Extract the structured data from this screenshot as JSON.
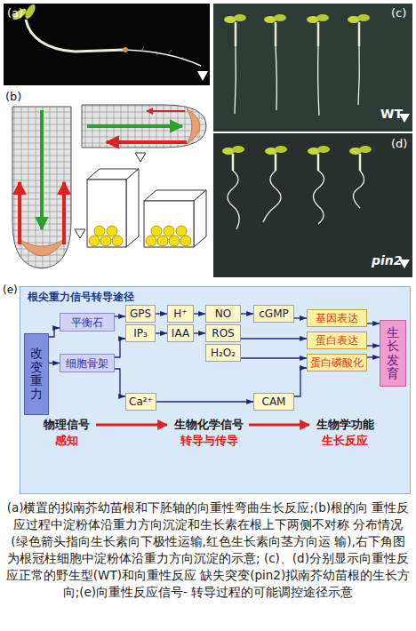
{
  "diagram": {
    "caption": "(a)横置的拟南芥幼苗根和下胚轴的向重性弯曲生长反应;(b)根的向 重性反应过程中淀粉体沿重力方向沉淀和生长素在根上下两侧不对称 分布情况(绿色箭头指向生长素向下极性运输,红色生长素向茎方向运 输),右下角图为根冠柱细胞中淀粉体沿重力方向沉淀的示意; (c)、(d)分别显示向重性反应正常的野生型(WT)和向重性反应 缺失突变(pin2)拟南芥幼苗根的生长方向;(e)向重性反应信号- 转导过程的可能调控途径示意",
    "nodes": [
      {
        "text": [
          "根尖重力信号转导途径"
        ]
      },
      {
        "text": [
          "改变重力"
        ],
        "in": 0
      },
      {
        "text": [
          "平衡石"
        ],
        "in": 0
      },
      {
        "text": [
          "细胞骨架"
        ],
        "in": 0
      },
      {
        "text": [
          "GPS"
        ],
        "in": 0
      },
      {
        "text": [
          "IP₃"
        ],
        "in": 0
      },
      {
        "text": [
          "H⁺"
        ],
        "in": 0
      },
      {
        "text": [
          "IAA"
        ],
        "in": 0
      },
      {
        "text": [
          "NO"
        ],
        "in": 0
      },
      {
        "text": [
          "ROS"
        ],
        "in": 0
      },
      {
        "text": [
          "H₂O₂"
        ],
        "in": 0
      },
      {
        "text": [
          "cGMP"
        ],
        "in": 0
      },
      {
        "text": [
          "Ca²⁺"
        ],
        "in": 0
      },
      {
        "text": [
          "CAM"
        ],
        "in": 0
      },
      {
        "text": [
          "基因表达"
        ],
        "in": 0
      },
      {
        "text": [
          "蛋白表达"
        ],
        "in": 0
      },
      {
        "text": [
          "蛋白磷酸化"
        ],
        "in": 0
      },
      {
        "text": [
          "生长发育"
        ],
        "in": 0
      }
    ],
    "edges": [
      {
        "from": 1,
        "to": 2,
        "arrow": "to"
      },
      {
        "from": 1,
        "to": 3,
        "arrow": "to"
      },
      {
        "from": 2,
        "to": 4,
        "arrow": "to"
      },
      {
        "from": 3,
        "to": 5,
        "arrow": "to"
      },
      {
        "from": 3,
        "to": 12,
        "arrow": "to"
      },
      {
        "from": 4,
        "to": 6,
        "arrow": "to"
      },
      {
        "from": 5,
        "to": 7,
        "arrow": "to"
      },
      {
        "from": 6,
        "to": 8,
        "arrow": "to"
      },
      {
        "from": 7,
        "to": 9,
        "arrow": "to"
      },
      {
        "from": 8,
        "to": 11,
        "arrow": "to"
      },
      {
        "from": 11,
        "to": 14,
        "arrow": "to"
      },
      {
        "from": 9,
        "to": 15,
        "arrow": "to"
      },
      {
        "from": 10,
        "to": 16,
        "arrow": "to"
      },
      {
        "from": 12,
        "to": 13,
        "arrow": "to"
      },
      {
        "from": 13,
        "to": 16,
        "arrow": "to"
      },
      {
        "from": 14,
        "to": 17,
        "arrow": "to"
      },
      {
        "from": 15,
        "to": 17,
        "arrow": "to"
      },
      {
        "from": 16,
        "to": 17,
        "arrow": "to"
      }
    ],
    "labels": [
      "(a)",
      "(b)",
      "(c)",
      "(d)",
      "WT",
      "pin2",
      "(e)",
      "物理信号",
      "感知",
      "生物化学信号",
      "转导与传导",
      "生物学功能",
      "生长反应"
    ]
  }
}
